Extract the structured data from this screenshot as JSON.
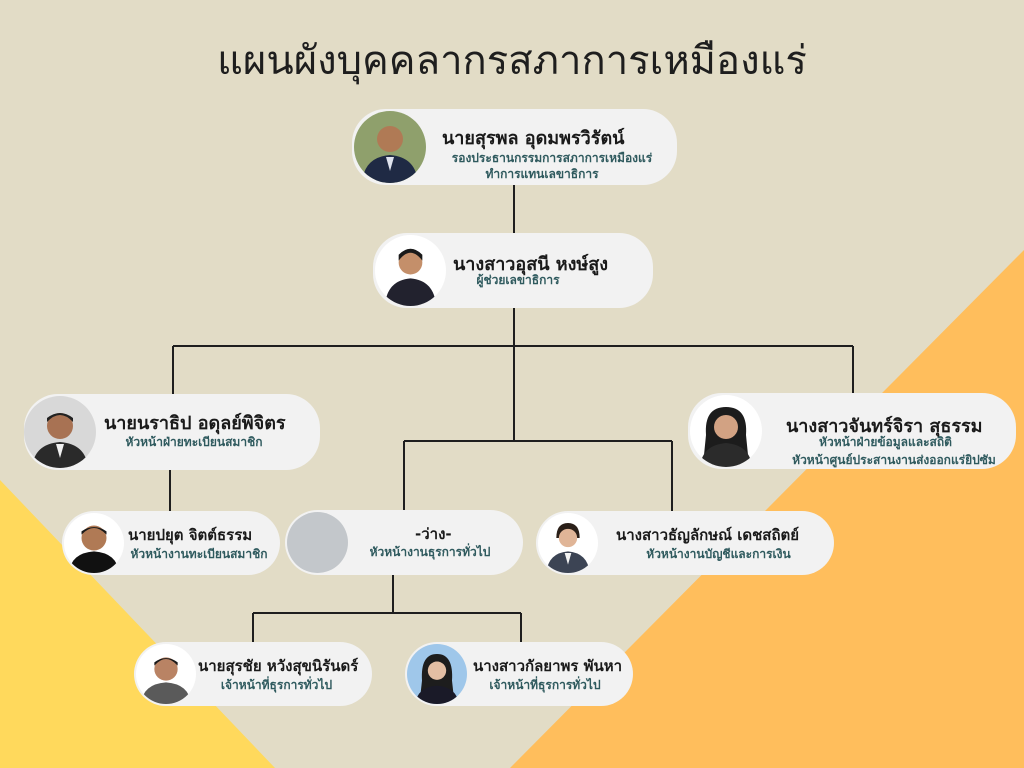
{
  "title": "แผนผังบุคคลากรสภาการเหมืองแร่",
  "colors": {
    "background": "#e2dcc6",
    "yellow": "#ffd95c",
    "orange": "#ffbe5c",
    "card": "#f2f2f2",
    "role_text": "#2f5a5e"
  },
  "people": {
    "p1": {
      "name": "นายสุรพล  อุดมพรวิรัตน์",
      "role1": "รองประธานกรรมการสภาการเหมืองแร่",
      "role2": "ทำการแทนเลขาธิการ"
    },
    "p2": {
      "name": "นางสาวอุสนี  หงษ์สูง",
      "role1": "ผู้ช่วยเลขาธิการ"
    },
    "p3": {
      "name": "นายนราธิป  อดุลย์พิจิตร",
      "role1": "หัวหน้าฝ่ายทะเบียนสมาชิก"
    },
    "p4": {
      "name": "นางสาวจันทร์จิรา  สุธรรม",
      "role1": "หัวหน้าฝ่ายข้อมูลและสถิติ",
      "role2": "หัวหน้าศูนย์ประสานงานส่งออกแร่ยิปซัม"
    },
    "p5": {
      "name": "นายปยุต  จิตต์ธรรม",
      "role1": "หัวหน้างานทะเบียนสมาชิก"
    },
    "p6": {
      "name": "-ว่าง-",
      "role1": "หัวหน้างานธุรการทั่วไป"
    },
    "p7": {
      "name": "นางสาวธัญลักษณ์  เดชสถิตย์",
      "role1": "หัวหน้างานบัญชีและการเงิน"
    },
    "p8": {
      "name": "นายสุรชัย  หวังสุขนิรันดร์",
      "role1": "เจ้าหน้าที่ธุรการทั่วไป"
    },
    "p9": {
      "name": "นางสาวกัลยาพร  พันหา",
      "role1": "เจ้าหน้าที่ธุรการทั่วไป"
    }
  }
}
